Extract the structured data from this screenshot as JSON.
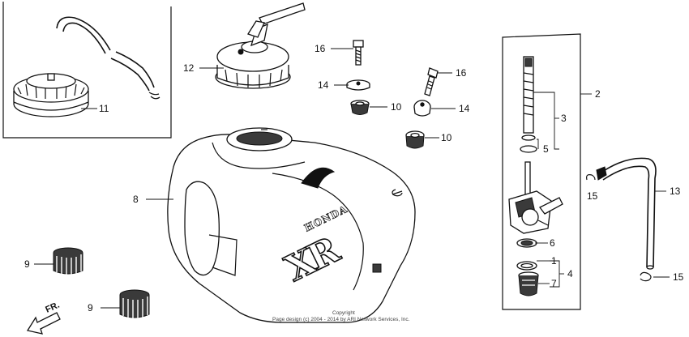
{
  "callouts": {
    "c1": "1",
    "c2": "2",
    "c3": "3",
    "c4": "4",
    "c5": "5",
    "c6": "6",
    "c7": "7",
    "c8": "8",
    "c9a": "9",
    "c9b": "9",
    "c10a": "10",
    "c10b": "10",
    "c11": "11",
    "c12": "12",
    "c13": "13",
    "c14a": "14",
    "c14b": "14",
    "c15a": "15",
    "c15b": "15",
    "c16a": "16",
    "c16b": "16"
  },
  "tank_markings": {
    "brand": "HONDA",
    "model": "XR"
  },
  "direction_marker": "FR.",
  "copyright": {
    "line1": "Copyright",
    "line2": "Page design (c) 2004 - 2014 by ARI Network Services, Inc."
  }
}
